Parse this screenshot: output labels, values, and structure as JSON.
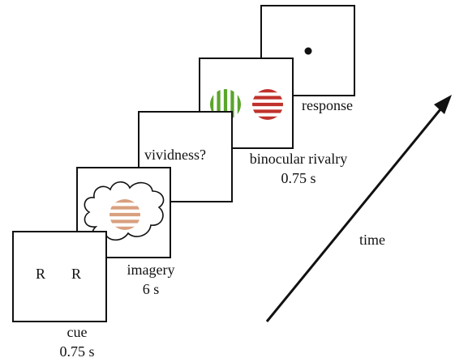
{
  "stages": {
    "cue": {
      "screen_text": [
        "R",
        "R"
      ],
      "label": "cue",
      "duration": "0.75 s"
    },
    "imagery": {
      "label": "imagery",
      "duration": "6 s"
    },
    "vividness": {
      "screen_text": "vividness?"
    },
    "rivalry": {
      "label": "binocular rivalry",
      "duration": "0.75 s"
    },
    "response": {
      "label": "response"
    }
  },
  "time_axis": {
    "label": "time"
  },
  "colors": {
    "green_grating": "#5aa52a",
    "red_grating": "#c0322c",
    "imagined_grating": "#d9a07f",
    "outline": "#111111"
  }
}
